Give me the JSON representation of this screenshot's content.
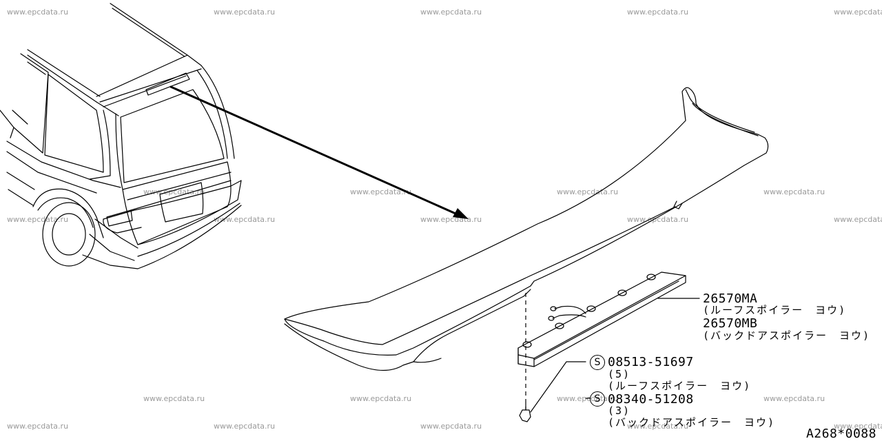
{
  "watermark": "www.epcdata.ru",
  "parts": [
    {
      "number": "26570MA",
      "name": "(ルーフスポイラー　ヨウ)"
    },
    {
      "number": "26570MB",
      "name": "(バックドアスポイラー　ヨウ)"
    }
  ],
  "screws": [
    {
      "symbol": "S",
      "number": "08513-51697",
      "qty": "(5)",
      "name": "(ルーフスポイラー　ヨウ)"
    },
    {
      "symbol": "S",
      "number": "08340-51208",
      "qty": "(3)",
      "name": "(バックドアスポイラー　ヨウ)"
    }
  ],
  "diagram_code": "A268*0088"
}
